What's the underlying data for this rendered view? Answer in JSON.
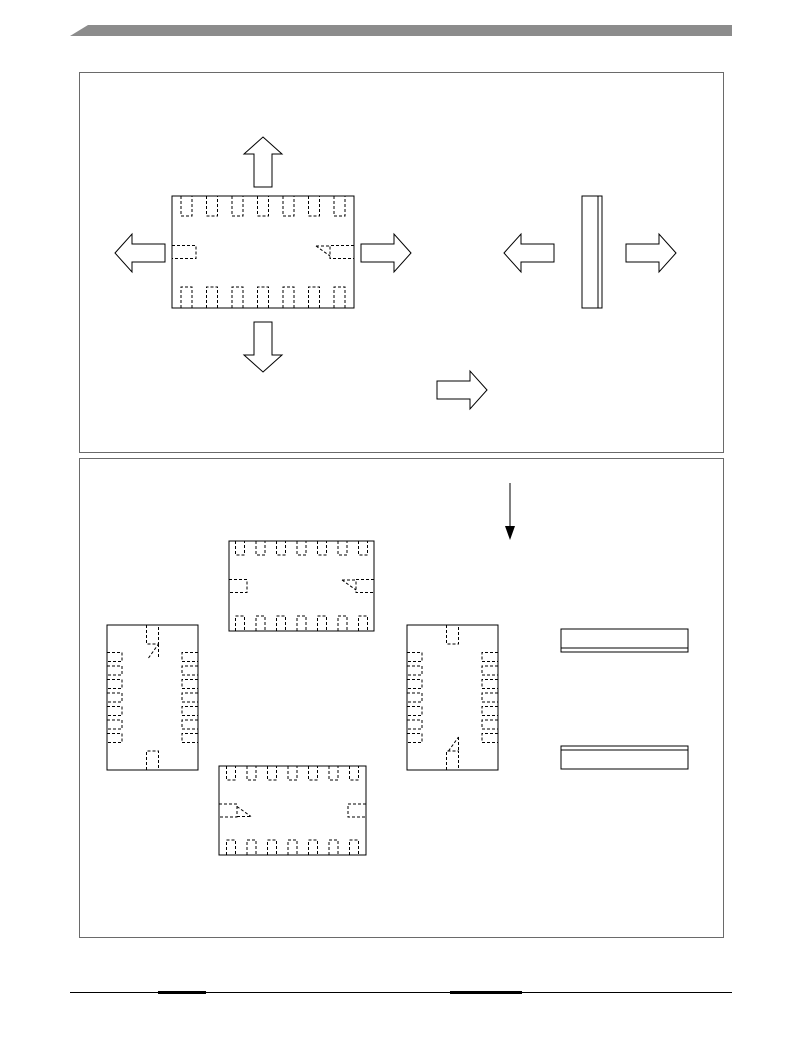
{
  "page": {
    "colors": {
      "header_bar": "#8c8c8c",
      "stroke": "#000000",
      "panel_border": "#6a6a6a",
      "footer_line": "#000000"
    }
  },
  "top_panel": {
    "package_top_view": {
      "top_pads": 7,
      "bottom_pads": 7,
      "side_pads": 1,
      "pin1_marker": "right"
    },
    "arrows": [
      "arrow-up-icon",
      "arrow-down-icon",
      "arrow-left-icon",
      "arrow-right-icon"
    ],
    "side_view": {
      "arrows": [
        "arrow-left-icon",
        "arrow-right-icon"
      ]
    },
    "direction_arrow": "arrow-right-icon"
  },
  "bottom_panel": {
    "pointer_arrow": "arrow-down-thin-icon",
    "orientations": [
      {
        "id": "pkg-top",
        "pads_long_side": 7,
        "pads_short_side": 1,
        "pin1_marker": "right"
      },
      {
        "id": "pkg-left",
        "pads_long_side": 7,
        "pads_short_side": 1,
        "pin1_marker": "top"
      },
      {
        "id": "pkg-right",
        "pads_long_side": 7,
        "pads_short_side": 1,
        "pin1_marker": "bottom"
      },
      {
        "id": "pkg-bottom",
        "pads_long_side": 7,
        "pads_short_side": 1,
        "pin1_marker": "left"
      }
    ],
    "side_views": 2
  }
}
